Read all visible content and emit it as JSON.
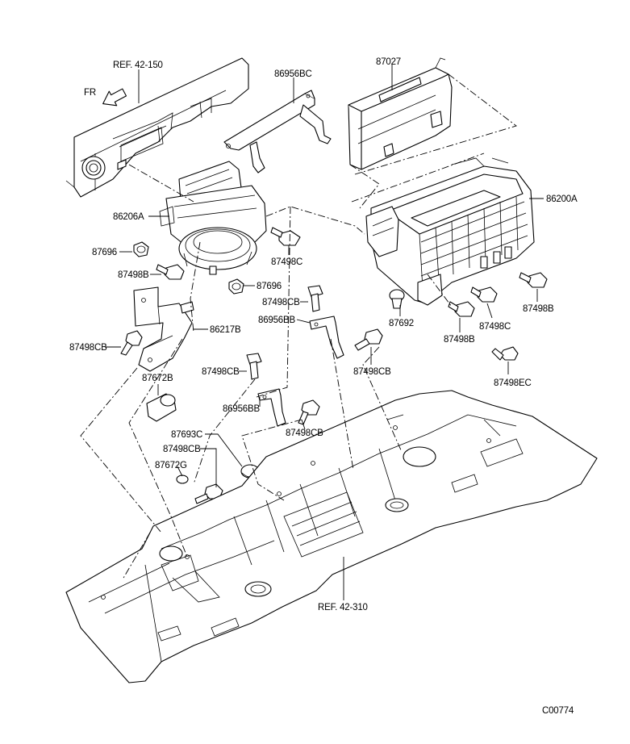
{
  "diagram": {
    "code": "C00774",
    "direction_label": "FR",
    "refs": {
      "dash_panel": "REF. 42-150",
      "floor_pan": "REF. 42-310"
    },
    "parts": {
      "bracket_bc": "86956BC",
      "heater_cover": "87027",
      "hvac_unit": "86200A",
      "blower_unit": "86206A",
      "nut_upper": "87696",
      "bolt_c_left": "87498C",
      "bolt_b_left": "87498B",
      "nut_lower": "87696",
      "bolt_cb_mid": "87498CB",
      "bracket_bb_upper": "86956BB",
      "bolt_cb_left": "87498CB",
      "bracket_stay": "86217B",
      "grommet_b": "87672B",
      "bolt_cb_center": "87498CB",
      "bracket_bb_lower": "86956BB",
      "bolt_cb_lower": "87498CB",
      "plug_c": "87693C",
      "bolt_cb_floor": "87498CB",
      "grommet_g": "87672G",
      "clip": "87692",
      "bolt_b_right_mid": "87498B",
      "bolt_c_right": "87498C",
      "bolt_b_far_right": "87498B",
      "bolt_cb_right": "87498CB",
      "bolt_ec": "87498EC"
    }
  }
}
